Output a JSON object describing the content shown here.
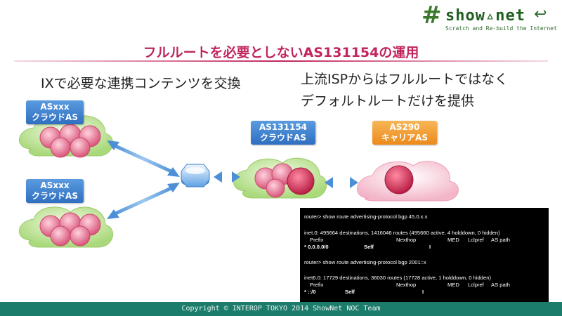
{
  "logo": {
    "hash": "#",
    "text": "show▵net",
    "arrow": "↩",
    "tagline": "Scratch and Re-build the Internet"
  },
  "title": "フルルートを必要としないAS131154の運用",
  "left_heading": "IXで必要な連携コンテンツを交換",
  "right_heading": [
    "上流ISPからはフルルートではなく",
    "デフォルトルートだけを提供"
  ],
  "nodes": [
    {
      "id": "asxxx-top",
      "line1": "ASxxx",
      "line2": "クラウドAS"
    },
    {
      "id": "asxxx-bottom",
      "line1": "ASxxx",
      "line2": "クラウドAS"
    },
    {
      "id": "as131154",
      "line1": "AS131154",
      "line2": "クラウドAS"
    },
    {
      "id": "as290",
      "line1": "AS290",
      "line2": "キャリアAS"
    }
  ],
  "console": {
    "cmd1": "router> show route advertising-protocol bgp 45.0.x.x",
    "inet0_summary": "inet.0: 495664 destinations, 1416046 routes (495660 active, 4 holddown, 0 hidden)",
    "header": {
      "prefix": "Prefix",
      "nexthop": "Nexthop",
      "med": "MED",
      "lclpref": "Lclpref",
      "aspath": "AS path"
    },
    "row1": {
      "prefix": "* 0.0.0.0/0",
      "nexthop": "Self",
      "aspath": "I"
    },
    "cmd2": "router> show route advertising-protocol bgp 2001::x",
    "inet6_summary": "inet6.0: 17729 destinations, 36030 routes (17728 active, 1 holddown, 0 hidden)",
    "row2": {
      "prefix": "* ::/0",
      "nexthop": "Self",
      "aspath": "I"
    }
  },
  "footer": "Copyright © INTEROP TOKYO 2014 ShowNet NOC Team",
  "colors": {
    "title": "#c0255e",
    "footer": "#1c7c6c",
    "cloud_green": "#b8e08a",
    "cloud_pink": "#f7c9d6",
    "arrow": "#6aa6e0"
  }
}
